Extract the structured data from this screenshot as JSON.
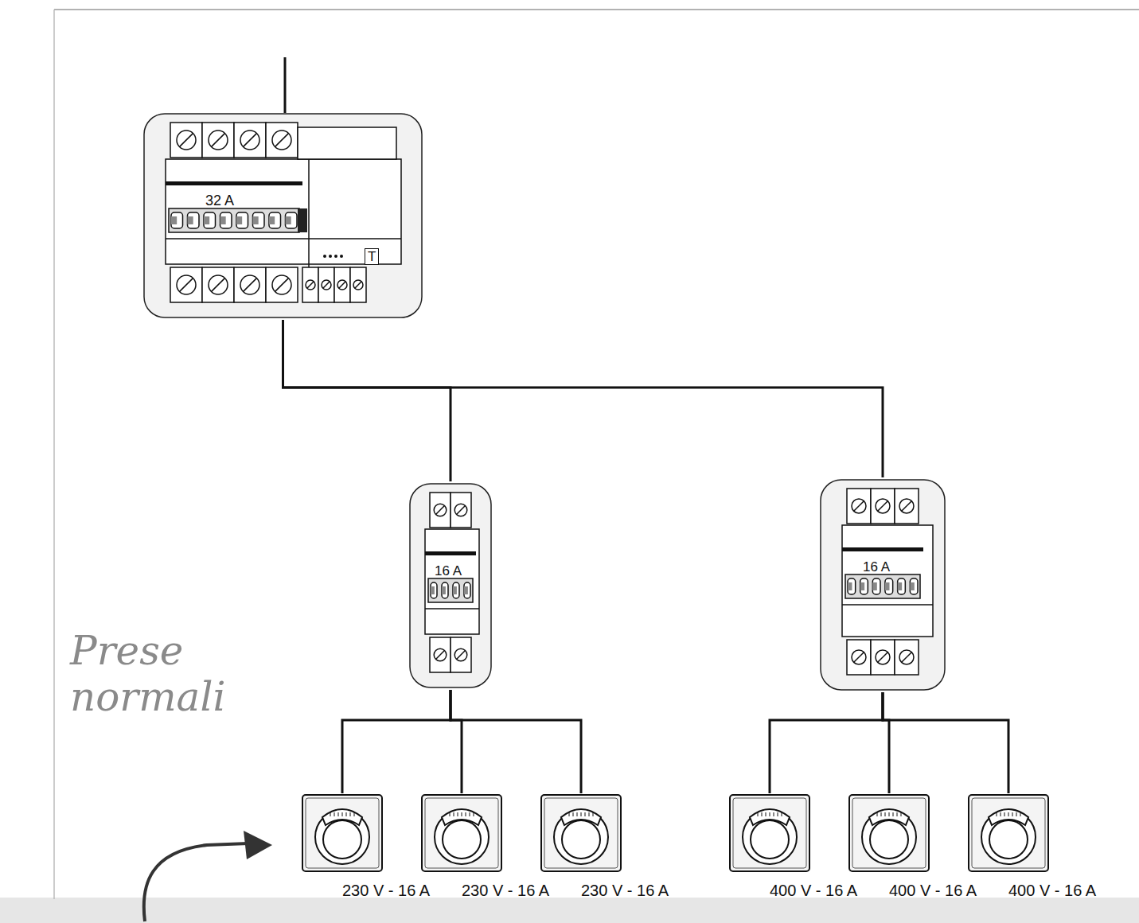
{
  "diagram": {
    "nodes": [
      {
        "text": [
          "32 A",
          "T"
        ]
      },
      {
        "text": [
          "16 A"
        ]
      },
      {
        "text": [
          "16 A"
        ]
      },
      {
        "text": [
          "230 V - 16 A"
        ]
      },
      {
        "text": [
          "230 V - 16 A"
        ]
      },
      {
        "text": [
          "230 V - 16 A"
        ]
      },
      {
        "text": [
          "400 V - 16 A"
        ]
      },
      {
        "text": [
          "400 V - 16 A"
        ]
      },
      {
        "text": [
          "400 V - 16 A"
        ]
      }
    ],
    "edges": [
      {
        "from": 0,
        "to": 1,
        "arrow": "none"
      },
      {
        "from": 0,
        "to": 2,
        "arrow": "none"
      },
      {
        "from": 1,
        "to": 3,
        "arrow": "none"
      },
      {
        "from": 1,
        "to": 4,
        "arrow": "none"
      },
      {
        "from": 1,
        "to": 5,
        "arrow": "none"
      },
      {
        "from": 2,
        "to": 6,
        "arrow": "none"
      },
      {
        "from": 2,
        "to": 7,
        "arrow": "none"
      },
      {
        "from": 2,
        "to": 8,
        "arrow": "none"
      }
    ],
    "labels": [
      "Prese normali"
    ]
  }
}
